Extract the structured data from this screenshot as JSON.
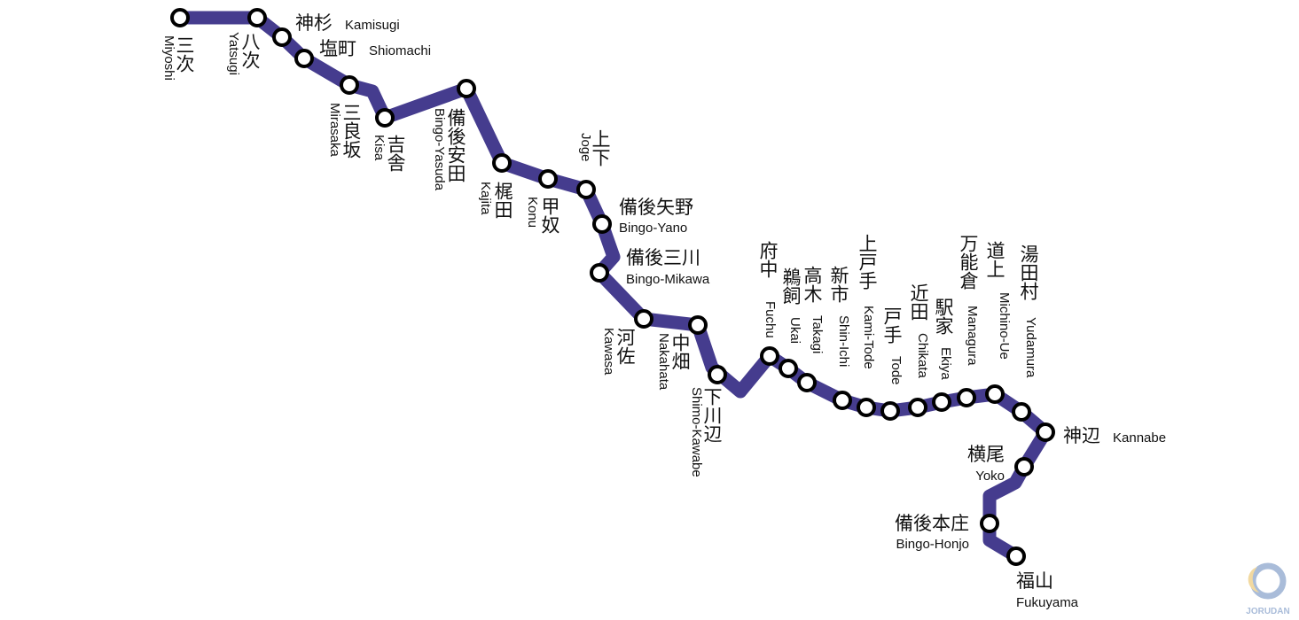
{
  "line_color": "#453C8E",
  "stations": [
    {
      "jp": "三次",
      "en": "Miyoshi"
    },
    {
      "jp": "八次",
      "en": "Yatsugi"
    },
    {
      "jp": "神杉",
      "en": "Kamisugi"
    },
    {
      "jp": "塩町",
      "en": "Shiomachi"
    },
    {
      "jp": "三良坂",
      "en": "Mirasaka"
    },
    {
      "jp": "吉舎",
      "en": "Kisa"
    },
    {
      "jp": "備後安田",
      "en": "Bingo-Yasuda"
    },
    {
      "jp": "梶田",
      "en": "Kajita"
    },
    {
      "jp": "甲奴",
      "en": "Konu"
    },
    {
      "jp": "上下",
      "en": "Joge"
    },
    {
      "jp": "備後矢野",
      "en": "Bingo-Yano"
    },
    {
      "jp": "備後三川",
      "en": "Bingo-Mikawa"
    },
    {
      "jp": "河佐",
      "en": "Kawasa"
    },
    {
      "jp": "中畑",
      "en": "Nakahata"
    },
    {
      "jp": "下川辺",
      "en": "Shimo-Kawabe"
    },
    {
      "jp": "府中",
      "en": "Fuchu"
    },
    {
      "jp": "鵜飼",
      "en": "Ukai"
    },
    {
      "jp": "高木",
      "en": "Takagi"
    },
    {
      "jp": "新市",
      "en": "Shin-Ichi"
    },
    {
      "jp": "上戸手",
      "en": "Kami-Tode"
    },
    {
      "jp": "戸手",
      "en": "Tode"
    },
    {
      "jp": "近田",
      "en": "Chikata"
    },
    {
      "jp": "駅家",
      "en": "Ekiya"
    },
    {
      "jp": "万能倉",
      "en": "Managura"
    },
    {
      "jp": "道上",
      "en": "Michino-Ue"
    },
    {
      "jp": "湯田村",
      "en": "Yudamura"
    },
    {
      "jp": "神辺",
      "en": "Kannabe"
    },
    {
      "jp": "横尾",
      "en": "Yoko"
    },
    {
      "jp": "備後本庄",
      "en": "Bingo-Honjo"
    },
    {
      "jp": "福山",
      "en": "Fukuyama"
    }
  ],
  "logo": {
    "text": "JORUDAN",
    "colors": [
      "#A9BCD9",
      "#F2D9A0"
    ]
  }
}
